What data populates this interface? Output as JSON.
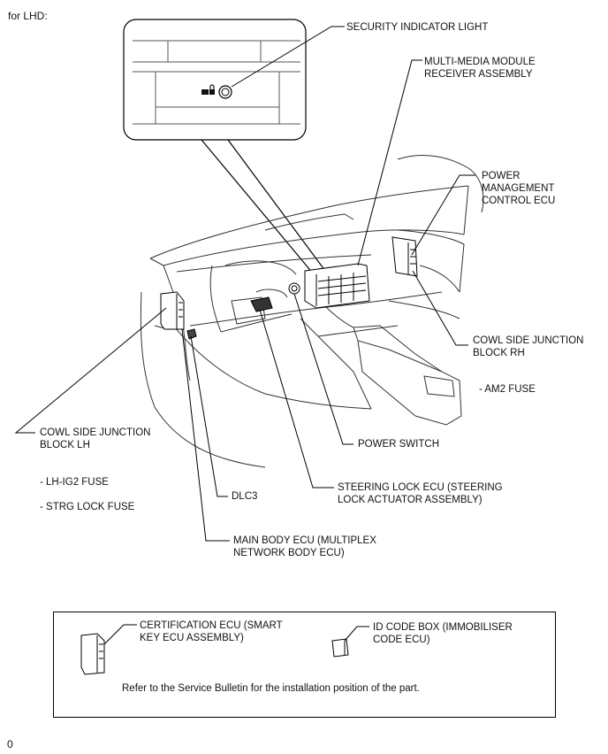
{
  "title": "for LHD:",
  "labels": {
    "security_indicator_light": "SECURITY INDICATOR LIGHT",
    "multimedia_module": "MULTI-MEDIA MODULE\nRECEIVER ASSEMBLY",
    "power_management": "POWER\nMANAGEMENT\nCONTROL ECU",
    "cowl_side_rh": "COWL SIDE JUNCTION\nBLOCK RH",
    "am2_fuse": "- AM2 FUSE",
    "cowl_side_lh": "COWL SIDE JUNCTION\nBLOCK LH",
    "power_switch": "POWER SWITCH",
    "lh_ig2_fuse": "- LH-IG2 FUSE",
    "strg_lock_fuse": "- STRG LOCK FUSE",
    "dlc3": "DLC3",
    "steering_lock_ecu": "STEERING LOCK ECU (STEERING\nLOCK ACTUATOR ASSEMBLY)",
    "main_body_ecu": "MAIN BODY ECU (MULTIPLEX\nNETWORK BODY ECU)"
  },
  "legend_box": {
    "certification_ecu": "CERTIFICATION ECU (SMART\nKEY ECU ASSEMBLY)",
    "id_code_box": "ID CODE BOX (IMMOBILISER\nCODE ECU)",
    "note": "Refer to the Service Bulletin for the installation position of the part."
  },
  "footer_code": "0"
}
